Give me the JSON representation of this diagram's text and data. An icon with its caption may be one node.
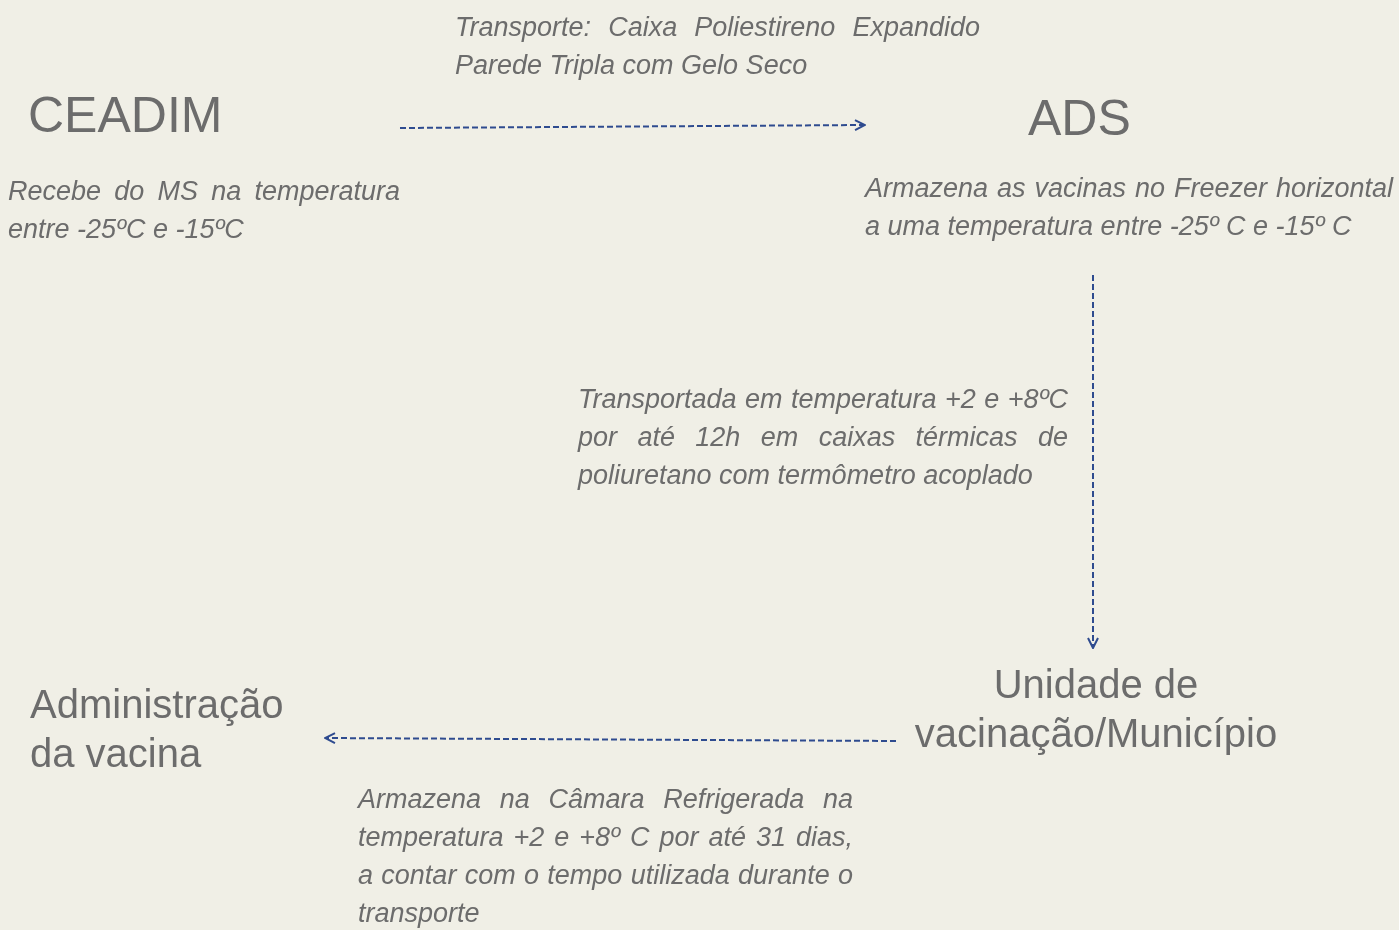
{
  "diagram": {
    "nodes": [
      {
        "text": [
          "CEADIM",
          "Recebe do MS na temperatura entre -25ºC e -15ºC"
        ]
      },
      {
        "text": [
          "ADS",
          "Armazena as vacinas no Freezer horizontal a uma temperatura entre -25º C e -15º C"
        ]
      },
      {
        "text": [
          "Unidade de vacinação/Município"
        ],
        "beside": [
          "Armazena na Câmara Refrigerada na temperatura +2 e +8º C por até 31 dias, a contar com o tempo utilizada durante o transporte"
        ]
      },
      {
        "text": [
          "Administração da vacina"
        ]
      }
    ],
    "edges": [
      {
        "from": 0,
        "to": 1,
        "arrow": "to",
        "style": "dashed",
        "label": "Transporte: Caixa Poliestireno Expandido Parede Tripla com Gelo Seco"
      },
      {
        "from": 1,
        "to": 2,
        "arrow": "to",
        "style": "dashed",
        "label": "Transportada em temperatura +2 e +8ºC por até 12h em caixas térmicas de poliuretano com termômetro acoplado"
      },
      {
        "from": 2,
        "to": 3,
        "arrow": "to",
        "style": "dashed"
      }
    ]
  }
}
